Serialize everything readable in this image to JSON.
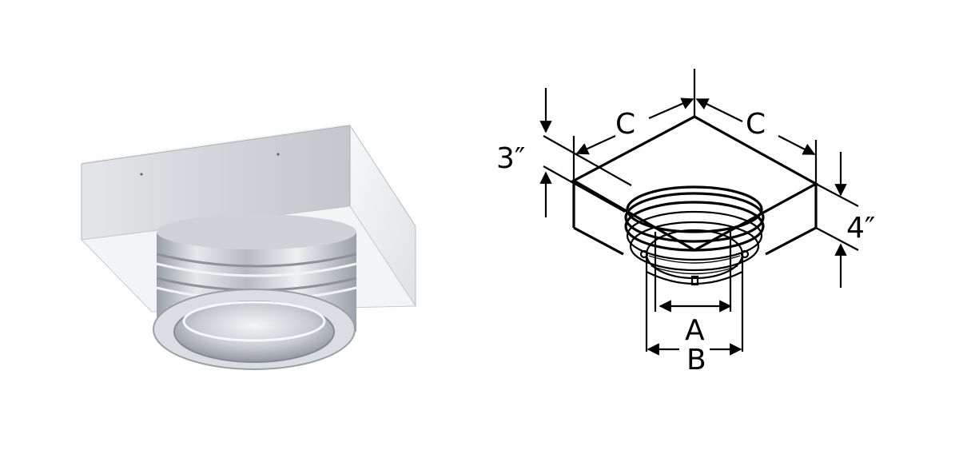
{
  "diagram": {
    "labels": {
      "c_left": "C",
      "c_right": "C",
      "height_3": "3″",
      "height_4": "4″",
      "dim_a": "A",
      "dim_b": "B"
    },
    "colors": {
      "ink": "#000000",
      "metal_light": "#f1f2f4",
      "metal_mid": "#c9ccd1",
      "metal_dark": "#8e9399"
    }
  }
}
